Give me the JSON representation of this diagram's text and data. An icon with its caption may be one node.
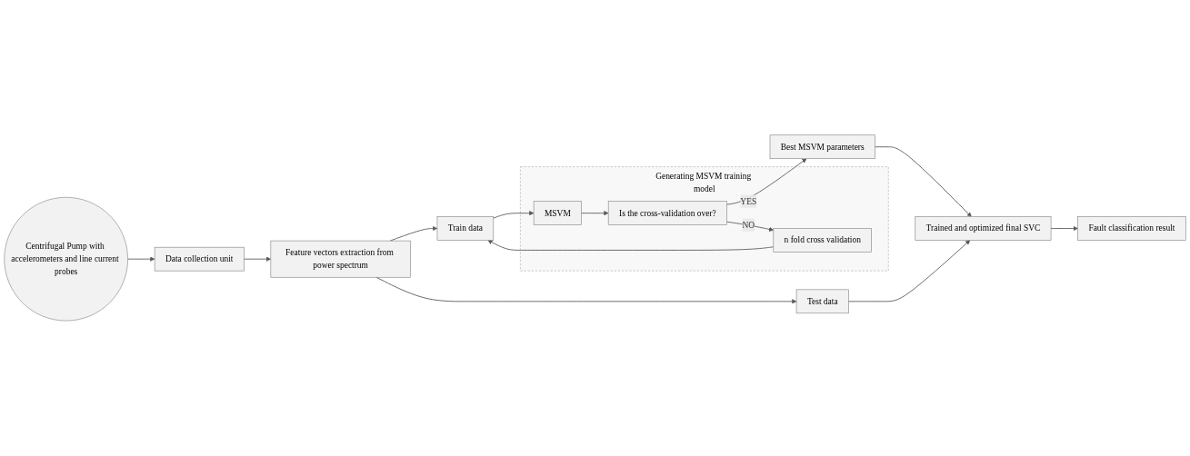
{
  "diagram": {
    "nodes": [
      {
        "text": [
          "Centrifugal Pump with accelerometers and line current probes"
        ]
      },
      {
        "text": [
          "Data collection unit"
        ]
      },
      {
        "text": [
          "Feature vectors extraction from power spectrum"
        ]
      },
      {
        "text": [
          "Train data"
        ]
      },
      {
        "text": [
          "Generating MSVM training model"
        ]
      },
      {
        "text": [
          "MSVM"
        ],
        "in": 4
      },
      {
        "text": [
          "Is the cross-validation over?"
        ],
        "in": 4
      },
      {
        "text": [
          "n fold cross validation"
        ],
        "in": 4
      },
      {
        "text": [
          "Best MSVM parameters"
        ]
      },
      {
        "text": [
          "Trained and optimized final SVC"
        ]
      },
      {
        "text": [
          "Fault classification result"
        ]
      },
      {
        "text": [
          "Test data"
        ]
      }
    ],
    "edges": [
      {
        "from": 0,
        "to": 1,
        "arrow": "to"
      },
      {
        "from": 1,
        "to": 2,
        "arrow": "to"
      },
      {
        "from": 2,
        "to": 3,
        "arrow": "to"
      },
      {
        "from": 2,
        "to": 11,
        "arrow": "to"
      },
      {
        "from": 3,
        "to": 5,
        "arrow": "to"
      },
      {
        "from": 5,
        "to": 6,
        "arrow": "to"
      },
      {
        "from": 6,
        "to": 8,
        "arrow": "to",
        "label": "YES"
      },
      {
        "from": 6,
        "to": 7,
        "arrow": "to",
        "label": "NO"
      },
      {
        "from": 7,
        "to": 3,
        "arrow": "to"
      },
      {
        "from": 8,
        "to": 9,
        "arrow": "to"
      },
      {
        "from": 9,
        "to": 10,
        "arrow": "to"
      },
      {
        "from": 11,
        "to": 9,
        "arrow": "to"
      }
    ]
  }
}
